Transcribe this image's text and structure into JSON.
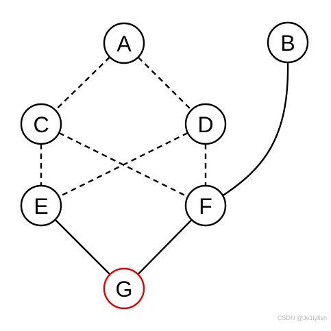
{
  "diagram": {
    "nodes": [
      {
        "id": "A",
        "label": "A",
        "color": "#000000"
      },
      {
        "id": "B",
        "label": "B",
        "color": "#000000"
      },
      {
        "id": "C",
        "label": "C",
        "color": "#000000"
      },
      {
        "id": "D",
        "label": "D",
        "color": "#000000"
      },
      {
        "id": "E",
        "label": "E",
        "color": "#000000"
      },
      {
        "id": "F",
        "label": "F",
        "color": "#000000"
      },
      {
        "id": "G",
        "label": "G",
        "color": "#e00000"
      }
    ],
    "edges": [
      {
        "from": "A",
        "to": "C",
        "style": "dashed"
      },
      {
        "from": "A",
        "to": "D",
        "style": "dashed"
      },
      {
        "from": "C",
        "to": "E",
        "style": "dashed"
      },
      {
        "from": "C",
        "to": "F",
        "style": "dashed"
      },
      {
        "from": "D",
        "to": "E",
        "style": "dashed"
      },
      {
        "from": "D",
        "to": "F",
        "style": "dashed"
      },
      {
        "from": "B",
        "to": "F",
        "style": "solid"
      },
      {
        "from": "E",
        "to": "G",
        "style": "solid"
      },
      {
        "from": "F",
        "to": "G",
        "style": "solid"
      }
    ]
  },
  "watermark": "CSDN @Je1lyfish"
}
